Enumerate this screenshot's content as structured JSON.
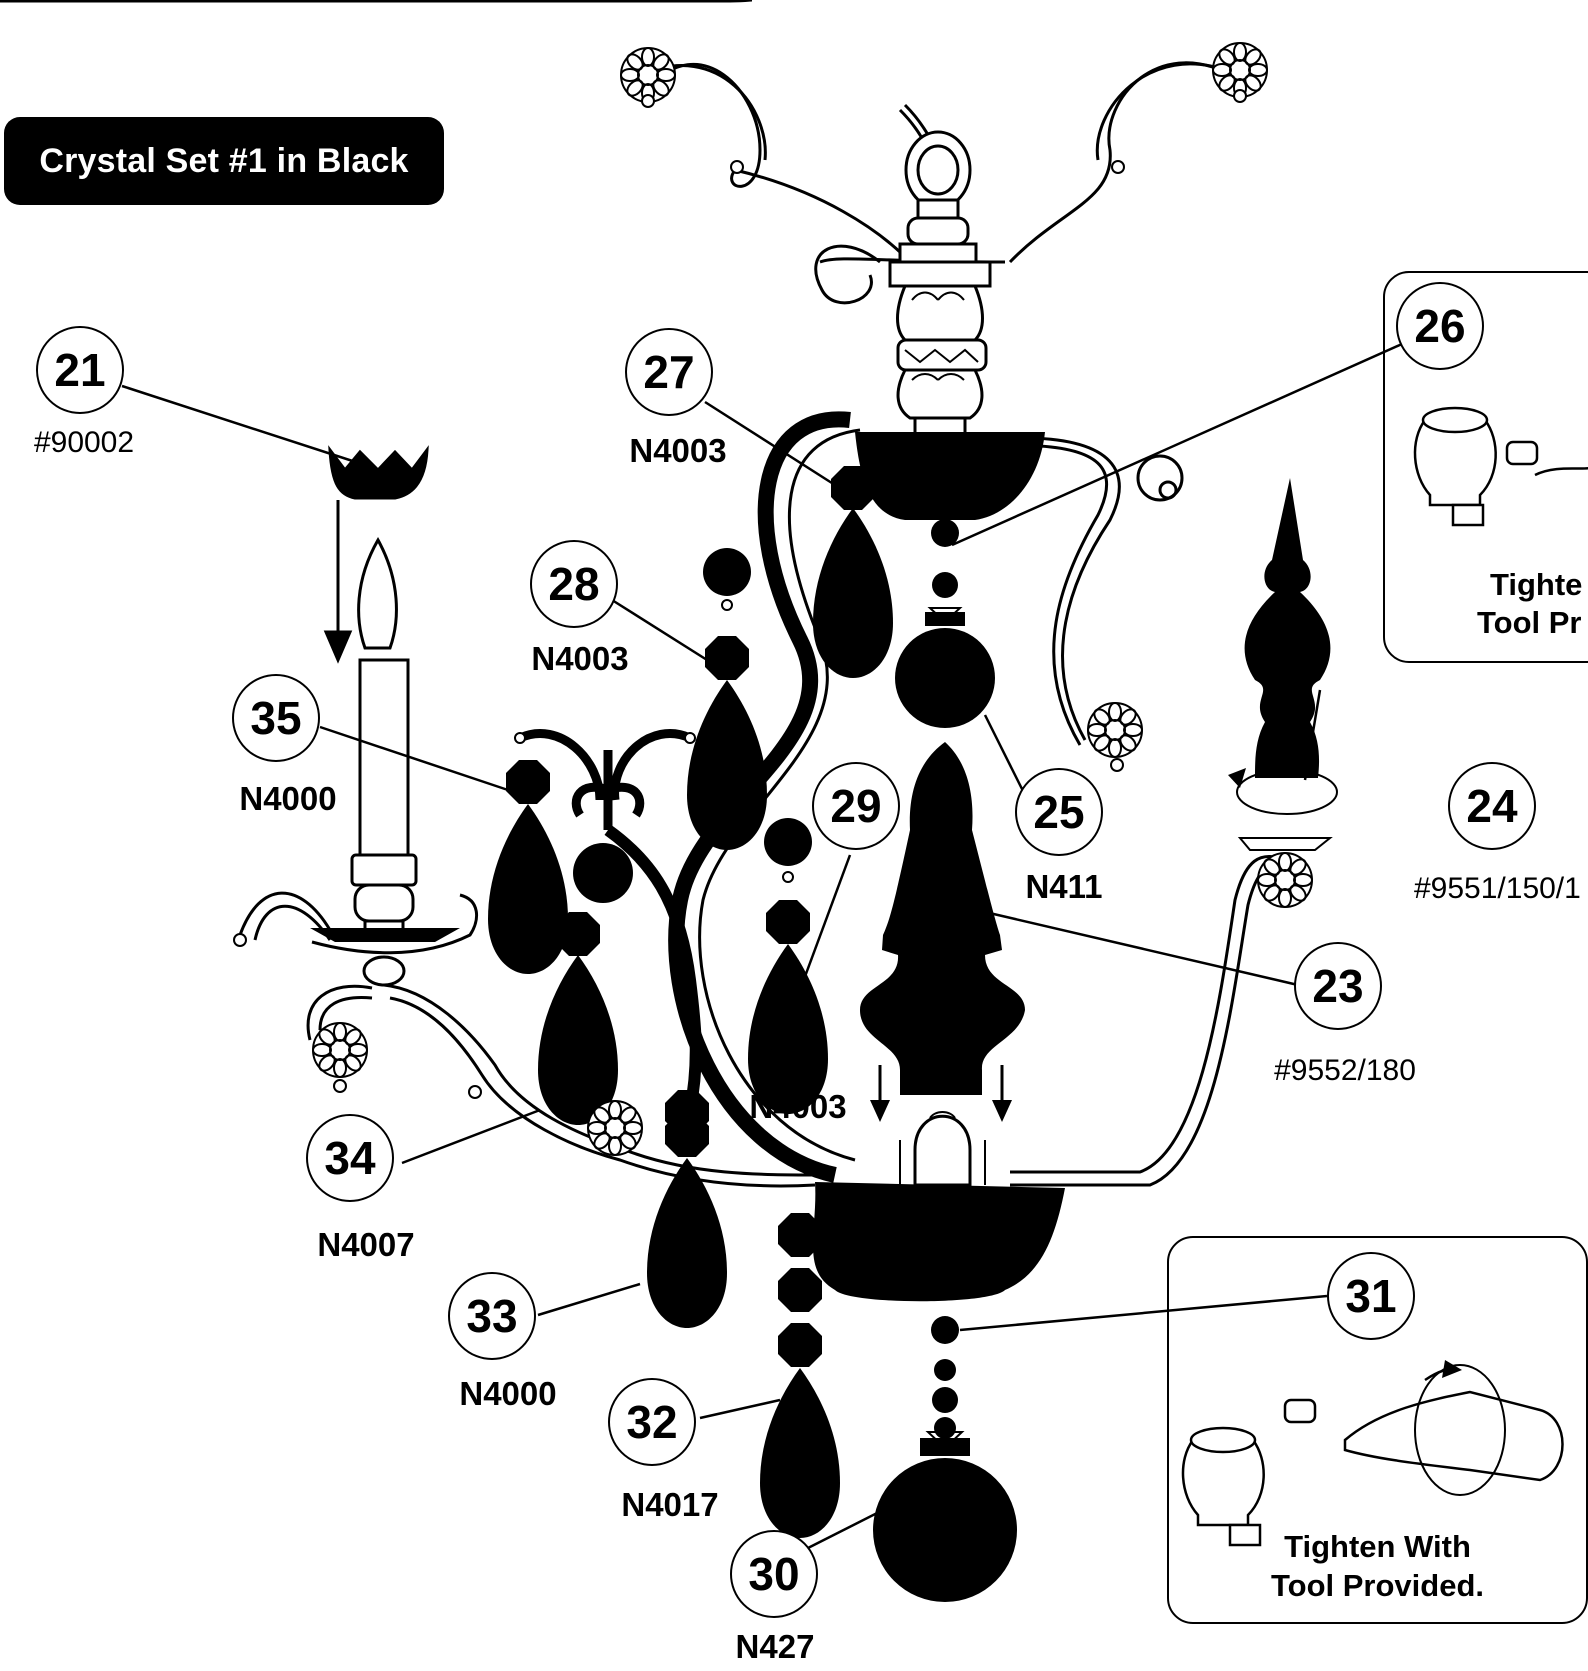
{
  "title": "Crystal Set #1 in Black",
  "colors": {
    "ink": "#000000",
    "paper": "#ffffff"
  },
  "callouts": [
    {
      "num": "21",
      "code": "#90002"
    },
    {
      "num": "23",
      "code": "#9552/180"
    },
    {
      "num": "24",
      "code": "#9551/150/1"
    },
    {
      "num": "25",
      "code": "N411"
    },
    {
      "num": "26",
      "code": ""
    },
    {
      "num": "27",
      "code": "N4003"
    },
    {
      "num": "28",
      "code": "N4003"
    },
    {
      "num": "29",
      "code": "N4003"
    },
    {
      "num": "30",
      "code": "N427"
    },
    {
      "num": "31",
      "code": ""
    },
    {
      "num": "32",
      "code": "N4017"
    },
    {
      "num": "33",
      "code": "N4000"
    },
    {
      "num": "34",
      "code": "N4007"
    },
    {
      "num": "35",
      "code": "N4000"
    }
  ],
  "insets": [
    {
      "line1": "Tighte",
      "line2": "Tool Pr"
    },
    {
      "line1": "Tighten With",
      "line2": "Tool Provided."
    }
  ]
}
